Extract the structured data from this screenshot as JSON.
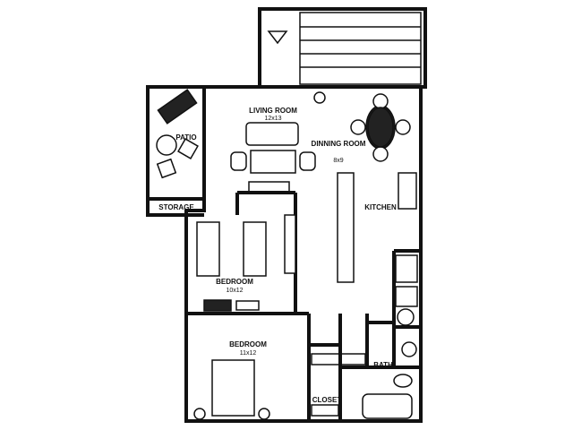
{
  "plan": {
    "rooms": {
      "living_room": {
        "name": "LIVING ROOM",
        "size": "12x13"
      },
      "dining_room": {
        "name": "DINNING ROOM",
        "size": "8x9"
      },
      "patio": {
        "name": "PATIO"
      },
      "storage": {
        "name": "STORAGE"
      },
      "kitchen": {
        "name": "KITCHEN"
      },
      "bedroom_1": {
        "name": "BEDROOM",
        "size": "10x12"
      },
      "bedroom_2": {
        "name": "BEDROOM",
        "size": "11x12"
      },
      "bath": {
        "name": "BATH"
      },
      "closet": {
        "name": "CLOSET"
      }
    }
  }
}
